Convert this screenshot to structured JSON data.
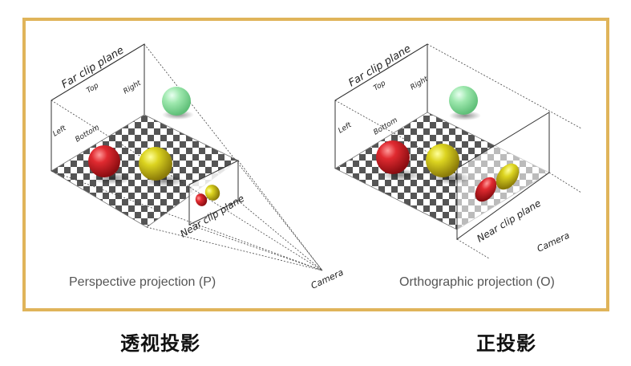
{
  "perspective": {
    "far_clip": "Far clip plane",
    "top": "Top",
    "right": "Right",
    "left": "Left",
    "bottom": "Bottom",
    "near_clip": "Near clip plane",
    "camera": "Camera",
    "title": "Perspective projection (P)",
    "caption": "透视投影"
  },
  "orthographic": {
    "far_clip": "Far clip plane",
    "top": "Top",
    "right": "Right",
    "left": "Left",
    "bottom": "Bottom",
    "near_clip": "Near clip plane",
    "camera": "Camera",
    "title": "Orthographic projection (O)",
    "caption": "正投影"
  },
  "colors": {
    "frame_border": "#e0b45a",
    "red_sphere": "#d4202a",
    "yellow_sphere": "#d8d21c",
    "green_sphere": "#8fe0a0"
  }
}
